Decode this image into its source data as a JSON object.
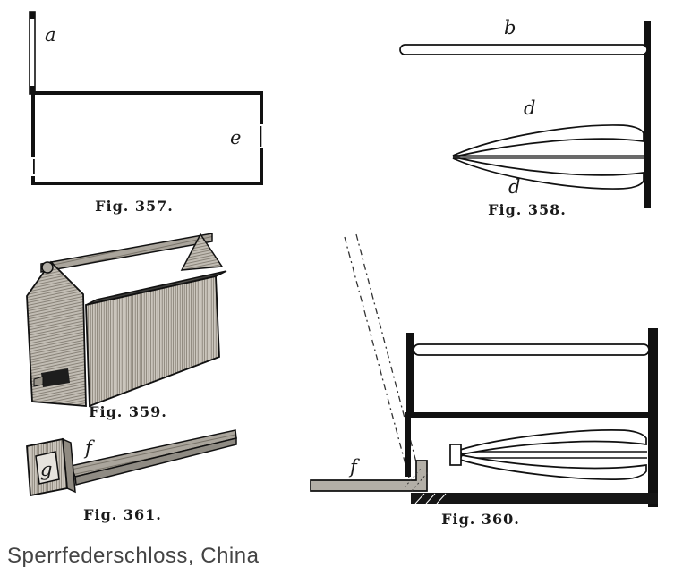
{
  "page": {
    "caption": "Sperrfederschloss, China"
  },
  "figures": {
    "fig357": {
      "caption": "Fig. 357.",
      "label_a": "a",
      "label_e": "e"
    },
    "fig358": {
      "caption": "Fig. 358.",
      "label_b": "b",
      "label_d_top": "d",
      "label_d_bottom": "d"
    },
    "fig359": {
      "caption": "Fig. 359."
    },
    "fig360": {
      "caption": "Fig. 360.",
      "label_f": "f"
    },
    "fig361": {
      "caption": "Fig. 361.",
      "label_f": "f",
      "label_g": "g"
    }
  },
  "colors": {
    "ink": "#1a1a1a",
    "caption_text": "#444444",
    "paper": "#ffffff"
  }
}
